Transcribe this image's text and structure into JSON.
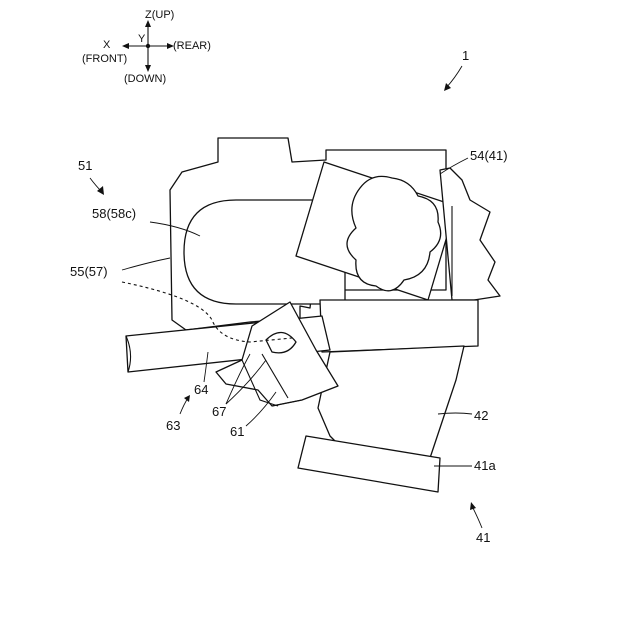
{
  "axes": {
    "z_up": "Z(UP)",
    "y": "Y",
    "x": "X",
    "front": "(FRONT)",
    "rear": "(REAR)",
    "down": "(DOWN)"
  },
  "labels": {
    "assembly": "1",
    "unit_51": "51",
    "part_58": "58(58c)",
    "part_55": "55(57)",
    "part_54": "54(41)",
    "part_42": "42",
    "part_41a": "41a",
    "part_41": "41",
    "part_64": "64",
    "part_63": "63",
    "part_67": "67",
    "part_61": "61"
  }
}
